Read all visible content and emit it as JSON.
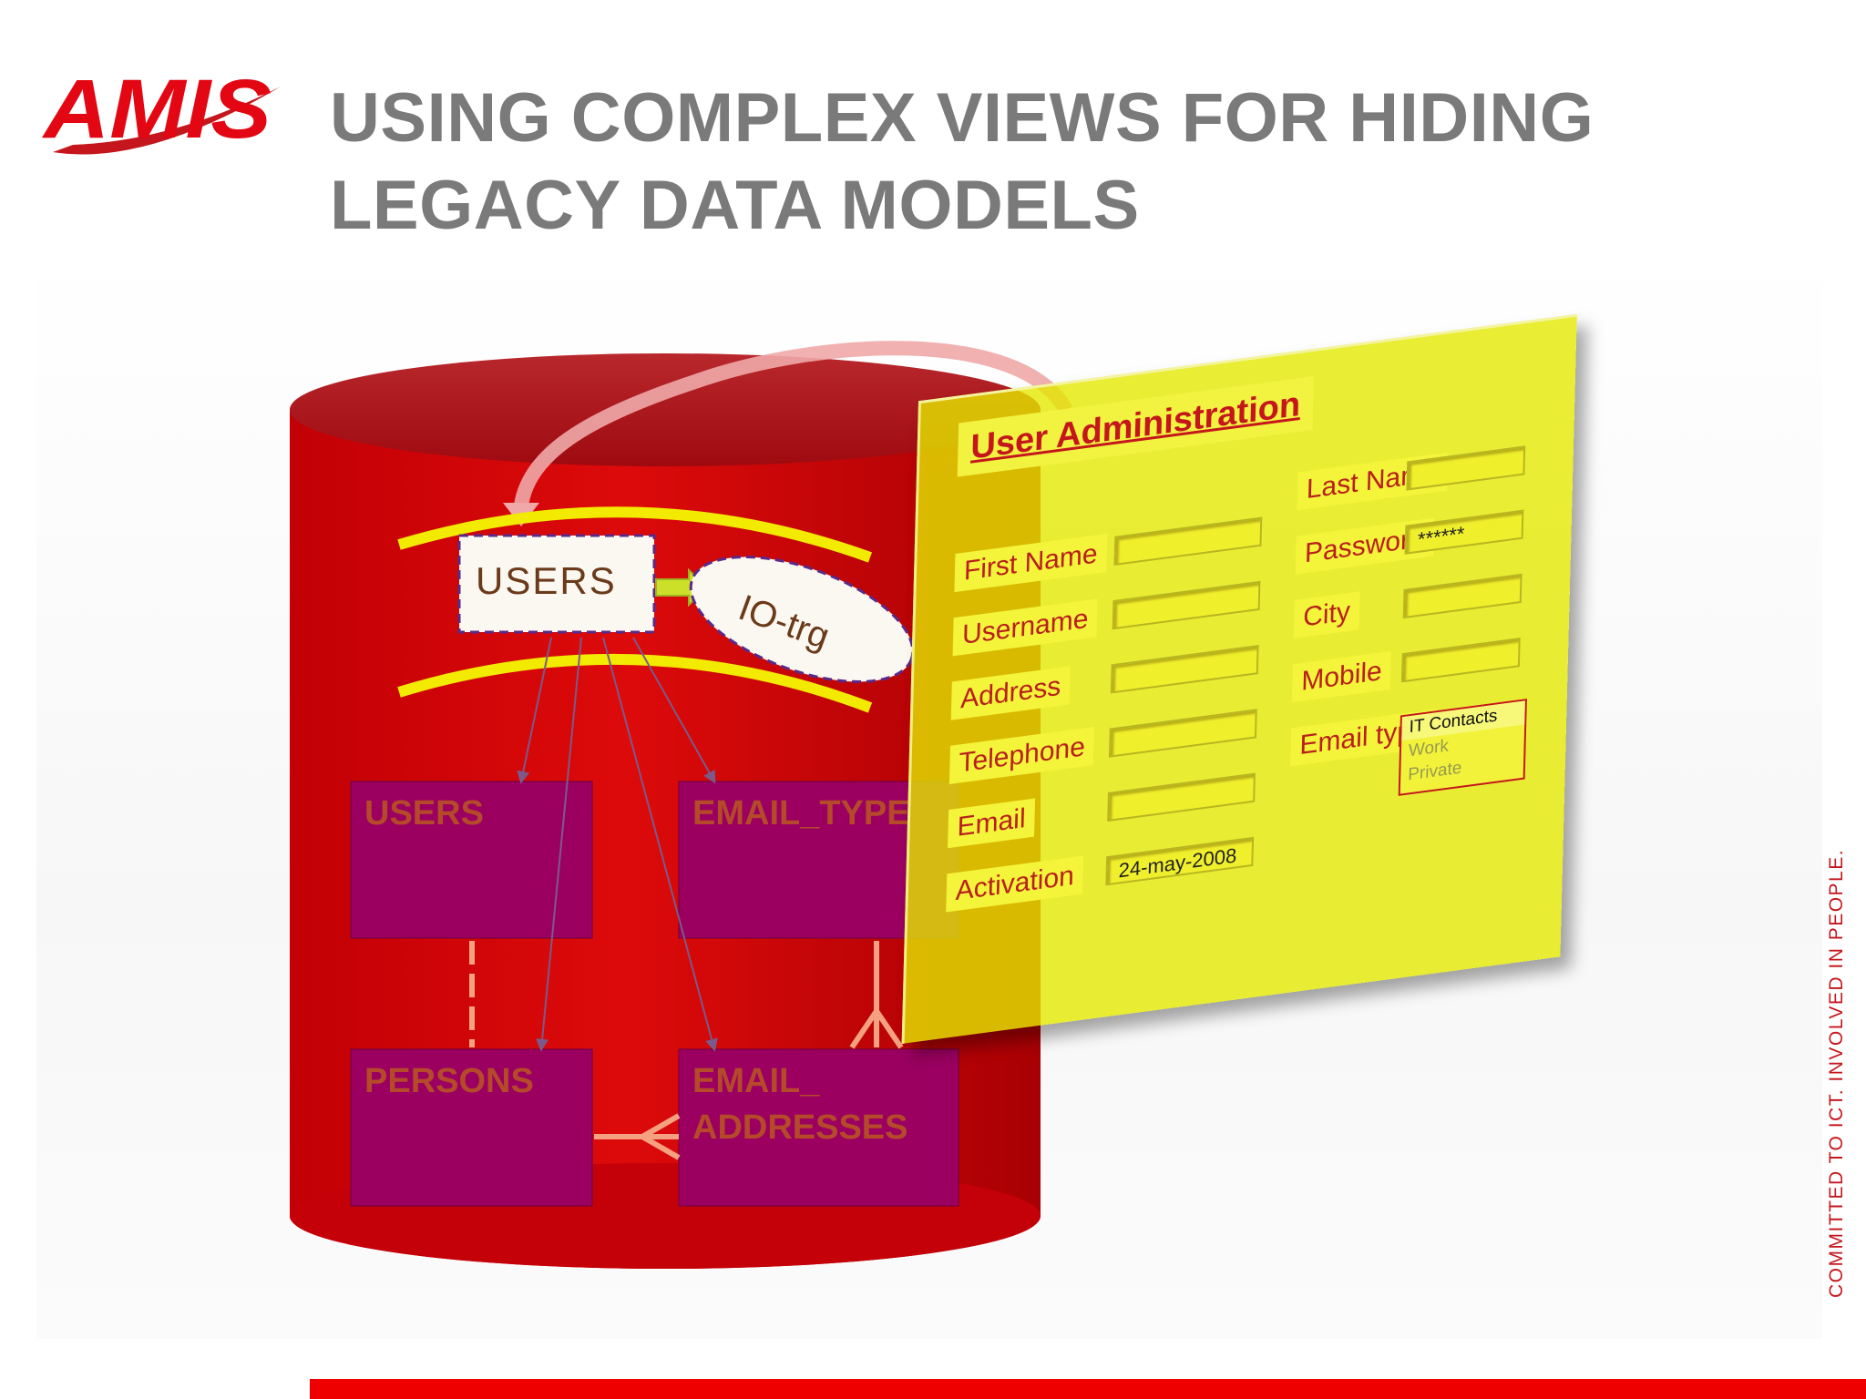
{
  "slide": {
    "title_line1": "USING COMPLEX VIEWS FOR HIDING",
    "title_line2": "LEGACY DATA MODELS",
    "side_text": "COMMITTED TO ICT. INVOLVED IN PEOPLE.",
    "brand_color": "#c4161c",
    "accent_bar_color": "#ee0000"
  },
  "logo": {
    "text": "AMIS"
  },
  "database": {
    "view": {
      "label": "USERS"
    },
    "trigger": {
      "label": "IO-trg"
    },
    "tables": [
      {
        "label": "USERS"
      },
      {
        "label": "EMAIL_TYPE"
      },
      {
        "label": "PERSONS"
      },
      {
        "label": "EMAIL_",
        "label_line2": "ADDRESSES"
      }
    ]
  },
  "form": {
    "title": "User Administration",
    "left_fields": [
      {
        "label": "First Name",
        "value": ""
      },
      {
        "label": "Username",
        "value": ""
      },
      {
        "label": "Address",
        "value": ""
      },
      {
        "label": "Telephone",
        "value": ""
      },
      {
        "label": "Email",
        "value": ""
      },
      {
        "label": "Activation",
        "value": "24-may-2008"
      }
    ],
    "right_fields": [
      {
        "label": "Last Name",
        "value": ""
      },
      {
        "label": "Password",
        "value": "******"
      },
      {
        "label": "City",
        "value": ""
      },
      {
        "label": "Mobile",
        "value": ""
      },
      {
        "label": "Email type",
        "value": ""
      }
    ],
    "email_type_options": {
      "selected": "IT Contacts",
      "option_1": "Work",
      "option_2": "Private"
    }
  }
}
